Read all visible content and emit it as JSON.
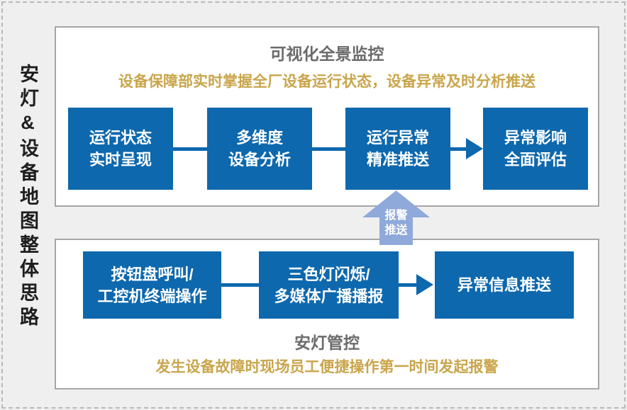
{
  "page": {
    "left_title": "安灯&设备地图整体思路"
  },
  "colors": {
    "accent_blue": "#0d68ae",
    "light_blue_arrow": "#8fa9da",
    "gold_text": "#c9a54b",
    "title_gray": "#6b6b6b"
  },
  "top_panel": {
    "title": "可视化全景监控",
    "subtitle": "设备保障部实时掌握全厂设备运行状态，设备异常及时分析推送",
    "steps": [
      {
        "line1": "运行状态",
        "line2": "实时呈现"
      },
      {
        "line1": "多维度",
        "line2": "设备分析"
      },
      {
        "line1": "运行异常",
        "line2": "精准推送"
      },
      {
        "line1": "异常影响",
        "line2": "全面评估"
      }
    ]
  },
  "alarm_arrow": {
    "line1": "报警",
    "line2": "推送"
  },
  "bottom_panel": {
    "title": "安灯管控",
    "subtitle": "发生设备故障时现场员工便捷操作第一时间发起报警",
    "steps": [
      {
        "line1": "按钮盘呼叫/",
        "line2": "工控机终端操作"
      },
      {
        "line1": "三色灯闪烁/",
        "line2": "多媒体广播播报"
      },
      {
        "line1": "异常信息推送",
        "line2": ""
      }
    ]
  }
}
